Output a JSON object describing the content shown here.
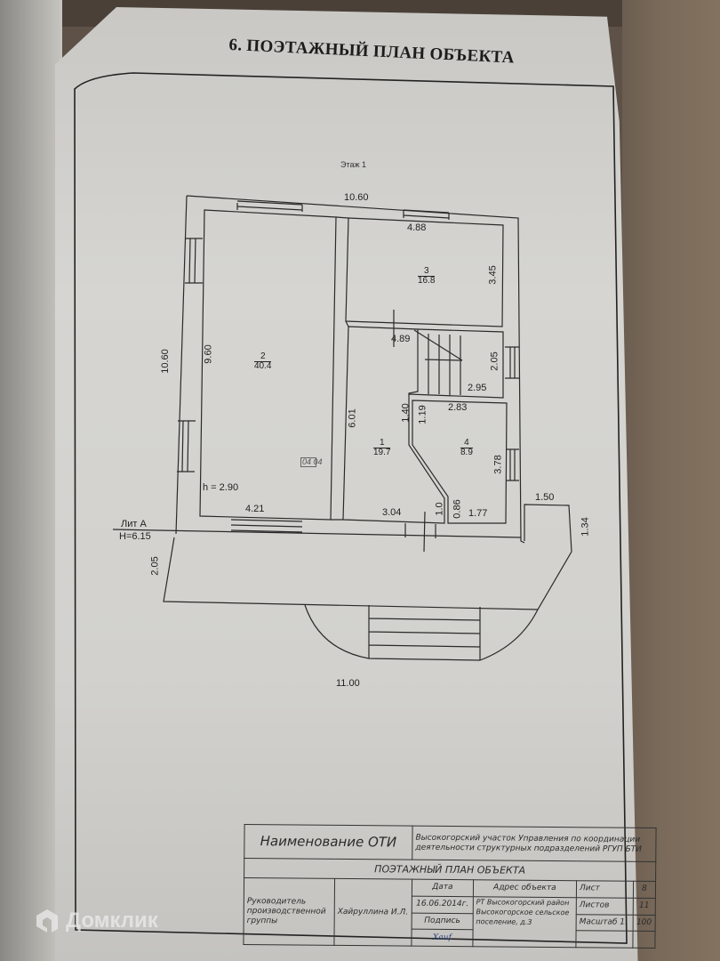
{
  "document": {
    "heading": "6. ПОЭТАЖНЫЙ ПЛАН ОБЪЕКТА",
    "floor_label": "Этаж 1"
  },
  "plan": {
    "overall_width_top": "10.60",
    "overall_height_left": "10.60",
    "overall_width_bottom": "11.00",
    "lit_label": "Лит А",
    "lit_height": "H=6.15",
    "ceiling_height": "h = 2.90",
    "handwritten_mark": "04 04",
    "rooms": [
      {
        "number": "2",
        "area": "40.4",
        "dims": [
          "9.60",
          "4.21"
        ]
      },
      {
        "number": "3",
        "area": "16.8",
        "dims": [
          "4.88",
          "3.45"
        ]
      },
      {
        "number": "1",
        "area": "19.7",
        "dims": [
          "4.89",
          "6.01",
          "3.04",
          "1.40",
          "1.0"
        ]
      },
      {
        "number": "4",
        "area": "8.9",
        "dims": [
          "2.83",
          "3.78",
          "1.77",
          "1.19",
          "0.86"
        ]
      }
    ],
    "stair_dims": [
      "2.05",
      "2.95"
    ],
    "porch_dims": [
      "1.50",
      "1.34",
      "2.05"
    ]
  },
  "title_block": {
    "oti_label": "Наименование ОТИ",
    "oti_value_line1": "Высокогорский участок Управления по координации",
    "oti_value_line2": "деятельности структурных подразделений РГУП БТИ",
    "doc_title": "ПОЭТАЖНЫЙ ПЛАН ОБЪЕКТА",
    "role_line1": "Руководитель",
    "role_line2": "производственной",
    "role_line3": "группы",
    "person": "Хайруллина И.Л.",
    "date_label": "Дата",
    "date_value": "16.06.2014г.",
    "signature_label": "Подпись",
    "signature": "Хаиf",
    "address_label": "Адрес объекта",
    "address_line1": "РТ Высокогорский район",
    "address_line2": "Высокогорское сельское",
    "address_line3": "поселение, д.3",
    "sheet_label": "Лист",
    "sheet_value": "8",
    "sheets_label": "Листов",
    "sheets_value": "11",
    "scale_label": "Масштаб 1:",
    "scale_value": "100"
  },
  "watermark": {
    "brand": "Домклик",
    "icon": "domclick-logo-icon"
  }
}
